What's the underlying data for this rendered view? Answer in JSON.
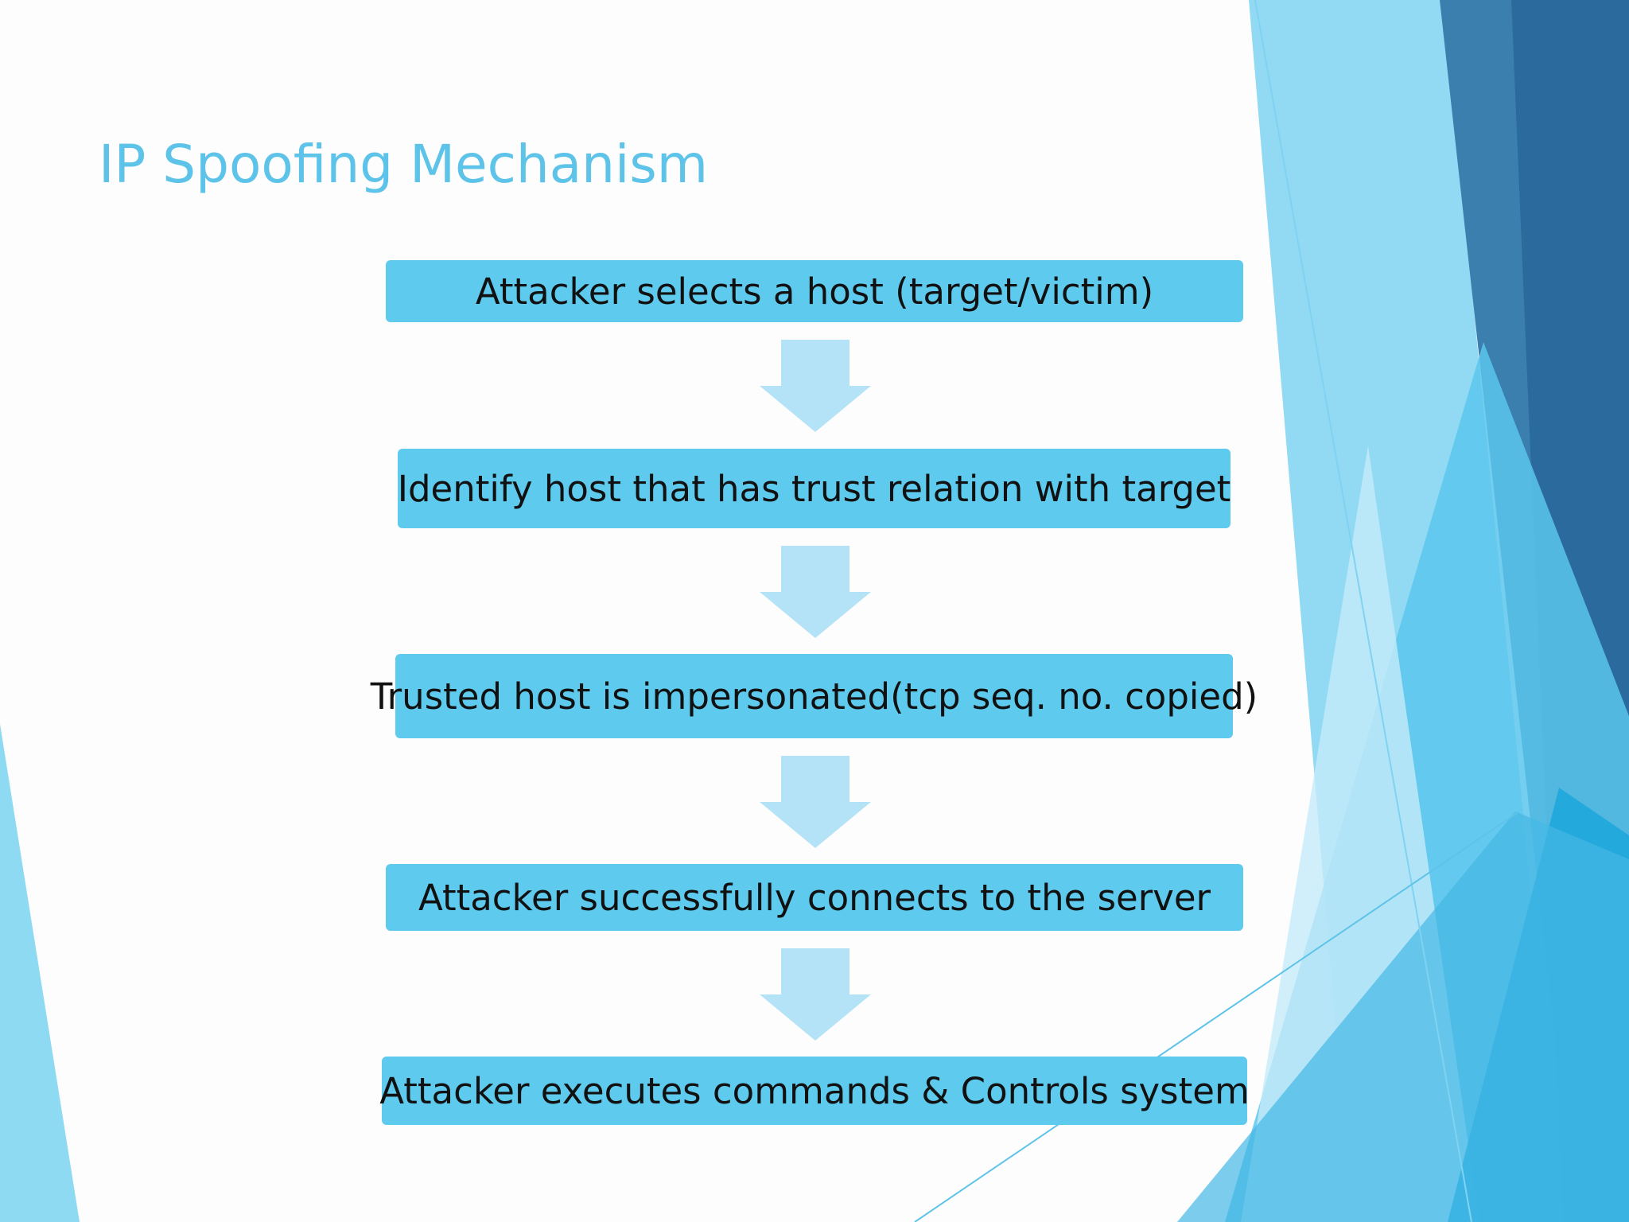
{
  "slide": {
    "title": "IP Spoofing Mechanism"
  },
  "flow": {
    "steps": [
      "Attacker selects a host (target/victim)",
      "Identify host that has trust relation with target",
      "Trusted host is impersonated(tcp seq. no. copied)",
      "Attacker successfully connects to the server",
      "Attacker  executes commands  &  Controls system"
    ]
  },
  "colors": {
    "title": "#5ec3e8",
    "box": "#5ecbee",
    "arrow": "#b4e3f7",
    "accent_dark": "#2b6a9c",
    "accent_light": "#7fd3f2"
  }
}
